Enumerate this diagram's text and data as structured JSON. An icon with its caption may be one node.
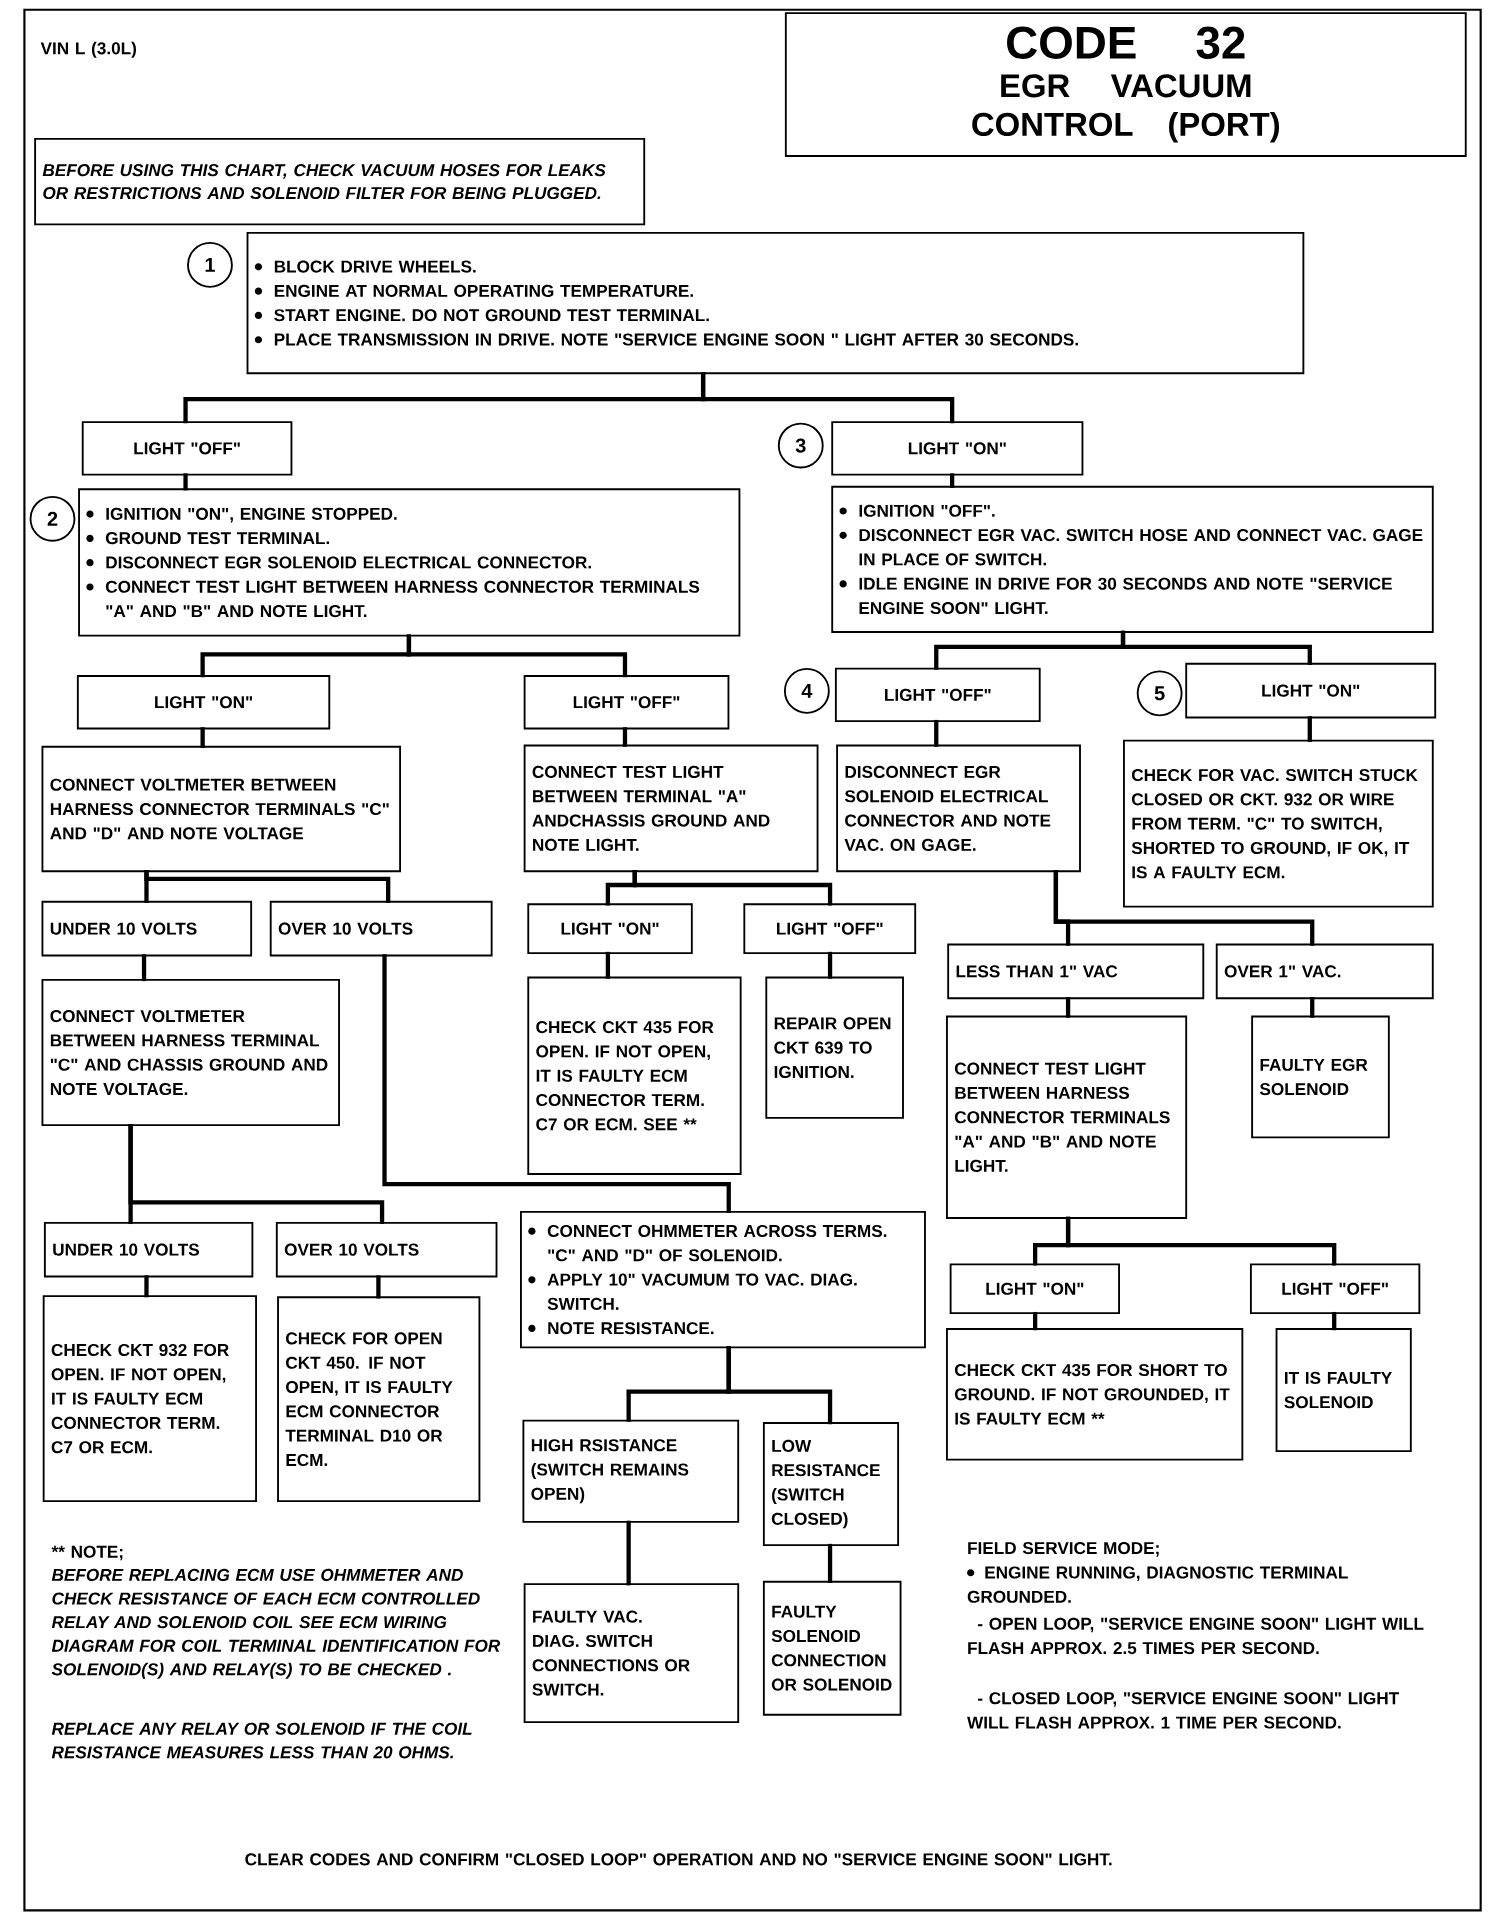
{
  "diagram": {
    "nodes": [
      {
        "text": [
          "CODE 32",
          "EGR VACUUM CONTROL (PORT)"
        ]
      },
      {
        "text": [
          "BEFORE USING THIS CHART, CHECK VACUUM HOSES FOR LEAKS OR RESTRICTIONS AND SOLENOID FILTER FOR BEING PLUGGED."
        ]
      },
      {
        "text": [
          "1"
        ]
      },
      {
        "text": [
          "BLOCK DRIVE WHEELS.",
          "ENGINE AT NORMAL OPERATING TEMPERATURE.",
          "START ENGINE. DO NOT GROUND TEST TERMINAL.",
          "PLACE TRANSMISSION IN DRIVE. NOTE \"SERVICE ENGINE SOON \" LIGHT AFTER 30 SECONDS."
        ]
      },
      {
        "text": [
          "LIGHT \"OFF\""
        ]
      },
      {
        "text": [
          "3"
        ]
      },
      {
        "text": [
          "LIGHT \"ON\""
        ]
      },
      {
        "text": [
          "2"
        ]
      },
      {
        "text": [
          "IGNITION \"ON\", ENGINE STOPPED.",
          "GROUND TEST TERMINAL.",
          "DISCONNECT EGR SOLENOID ELECTRICAL CONNECTOR.",
          "CONNECT TEST LIGHT BETWEEN HARNESS CONNECTOR TERMINALS \"A\" AND \"B\" AND NOTE LIGHT."
        ]
      },
      {
        "text": [
          "IGNITION \"OFF\".",
          "DISCONNECT EGR VAC. SWITCH HOSE AND CONNECT VAC. GAGE IN PLACE OF SWITCH.",
          "IDLE ENGINE IN DRIVE FOR 30 SECONDS AND NOTE \"SERVICE ENGINE SOON\" LIGHT."
        ]
      },
      {
        "text": [
          "LIGHT \"ON\""
        ]
      },
      {
        "text": [
          "LIGHT \"OFF\""
        ]
      },
      {
        "text": [
          "4"
        ]
      },
      {
        "text": [
          "LIGHT \"OFF\""
        ]
      },
      {
        "text": [
          "5"
        ]
      },
      {
        "text": [
          "LIGHT \"ON\""
        ]
      },
      {
        "text": [
          "CONNECT VOLTMETER BETWEEN HARNESS CONNECTOR TERMINALS \"C\" AND \"D\" AND NOTE VOLTAGE"
        ]
      },
      {
        "text": [
          "CONNECT TEST LIGHT BETWEEN TERMINAL \"A\" ANDCHASSIS GROUND AND NOTE LIGHT."
        ]
      },
      {
        "text": [
          "DISCONNECT EGR SOLENOID ELECTRICAL CONNECTOR AND NOTE VAC. ON GAGE."
        ]
      },
      {
        "text": [
          "CHECK FOR VAC. SWITCH STUCK CLOSED OR CKT. 932 OR WIRE FROM TERM. \"C\" TO SWITCH, SHORTED TO GROUND, IF OK, IT IS A FAULTY ECM."
        ]
      },
      {
        "text": [
          "UNDER 10 VOLTS"
        ]
      },
      {
        "text": [
          "OVER 10 VOLTS"
        ]
      },
      {
        "text": [
          "LIGHT \"ON\""
        ]
      },
      {
        "text": [
          "LIGHT \"OFF\""
        ]
      },
      {
        "text": [
          "LESS THAN 1\" VAC"
        ]
      },
      {
        "text": [
          "OVER 1\" VAC."
        ]
      },
      {
        "text": [
          "CONNECT VOLTMETER BETWEEN HARNESS TERMINAL \"C\" AND CHASSIS GROUND AND NOTE VOLTAGE."
        ]
      },
      {
        "text": [
          "CHECK CKT 435 FOR OPEN. IF NOT OPEN, IT IS FAULTY ECM CONNECTOR TERM. C7 OR ECM. SEE **"
        ]
      },
      {
        "text": [
          "REPAIR OPEN CKT 639 TO IGNITION."
        ]
      },
      {
        "text": [
          "CONNECT TEST LIGHT BETWEEN HARNESS CONNECTOR TERMINALS \"A\" AND \"B\" AND NOTE LIGHT."
        ]
      },
      {
        "text": [
          "FAULTY EGR SOLENOID"
        ]
      },
      {
        "text": [
          "UNDER 10 VOLTS"
        ]
      },
      {
        "text": [
          "OVER 10 VOLTS"
        ]
      },
      {
        "text": [
          "CONNECT OHMMETER ACROSS TERMS. \"C\" AND \"D\" OF SOLENOID.",
          "APPLY 10\" VACUMUM TO VAC. DIAG. SWITCH.",
          "NOTE RESISTANCE."
        ]
      },
      {
        "text": [
          "LIGHT \"ON\""
        ]
      },
      {
        "text": [
          "LIGHT \"OFF\""
        ]
      },
      {
        "text": [
          "CHECK CKT 932 FOR OPEN. IF NOT OPEN, IT IS FAULTY ECM CONNECTOR TERM. C7 OR ECM."
        ]
      },
      {
        "text": [
          "CHECK FOR OPEN CKT 450. IF NOT OPEN, IT IS FAULTY ECM CONNECTOR TERMINAL D10 OR ECM."
        ]
      },
      {
        "text": [
          "CHECK CKT 435 FOR SHORT TO GROUND. IF NOT GROUNDED, IT IS FAULTY ECM **"
        ]
      },
      {
        "text": [
          "IT IS FAULTY SOLENOID"
        ]
      },
      {
        "text": [
          "HIGH RSISTANCE (SWITCH REMAINS OPEN)"
        ]
      },
      {
        "text": [
          "LOW RESISTANCE (SWITCH CLOSED)"
        ]
      },
      {
        "text": [
          "FAULTY VAC. DIAG. SWITCH CONNECTIONS OR SWITCH."
        ]
      },
      {
        "text": [
          "FAULTY SOLENOID CONNECTION OR SOLENOID"
        ]
      }
    ],
    "edges": [
      {
        "from": 3,
        "to": 4,
        "arrow": "none"
      },
      {
        "from": 3,
        "to": 6,
        "arrow": "none"
      },
      {
        "from": 4,
        "to": 8,
        "arrow": "none"
      },
      {
        "from": 6,
        "to": 9,
        "arrow": "none"
      },
      {
        "from": 8,
        "to": 10,
        "arrow": "none"
      },
      {
        "from": 8,
        "to": 11,
        "arrow": "none"
      },
      {
        "from": 9,
        "to": 13,
        "arrow": "none"
      },
      {
        "from": 9,
        "to": 15,
        "arrow": "none"
      },
      {
        "from": 10,
        "to": 16,
        "arrow": "none"
      },
      {
        "from": 11,
        "to": 17,
        "arrow": "none"
      },
      {
        "from": 13,
        "to": 18,
        "arrow": "none"
      },
      {
        "from": 15,
        "to": 19,
        "arrow": "none"
      },
      {
        "from": 16,
        "to": 20,
        "arrow": "none"
      },
      {
        "from": 16,
        "to": 21,
        "arrow": "none"
      },
      {
        "from": 17,
        "to": 22,
        "arrow": "none"
      },
      {
        "from": 17,
        "to": 23,
        "arrow": "none"
      },
      {
        "from": 18,
        "to": 24,
        "arrow": "none"
      },
      {
        "from": 18,
        "to": 25,
        "arrow": "none"
      },
      {
        "from": 20,
        "to": 26,
        "arrow": "none"
      },
      {
        "from": 22,
        "to": 27,
        "arrow": "none"
      },
      {
        "from": 23,
        "to": 28,
        "arrow": "none"
      },
      {
        "from": 24,
        "to": 29,
        "arrow": "none"
      },
      {
        "from": 25,
        "to": 30,
        "arrow": "none"
      },
      {
        "from": 21,
        "to": 33,
        "arrow": "none"
      },
      {
        "from": 26,
        "to": 31,
        "arrow": "none"
      },
      {
        "from": 26,
        "to": 32,
        "arrow": "none"
      },
      {
        "from": 31,
        "to": 36,
        "arrow": "none"
      },
      {
        "from": 32,
        "to": 37,
        "arrow": "none"
      },
      {
        "from": 29,
        "to": 34,
        "arrow": "none"
      },
      {
        "from": 29,
        "to": 35,
        "arrow": "none"
      },
      {
        "from": 34,
        "to": 38,
        "arrow": "none"
      },
      {
        "from": 35,
        "to": 39,
        "arrow": "none"
      },
      {
        "from": 33,
        "to": 40,
        "arrow": "none"
      },
      {
        "from": 33,
        "to": 41,
        "arrow": "none"
      },
      {
        "from": 40,
        "to": 42,
        "arrow": "none"
      },
      {
        "from": 41,
        "to": 43,
        "arrow": "none"
      }
    ],
    "labels": [
      "VIN L (3.0L)",
      "** NOTE;",
      "BEFORE REPLACING ECM USE OHMMETER AND CHECK RESISTANCE OF EACH ECM CONTROLLED RELAY AND SOLENOID COIL SEE ECM WIRING DIAGRAM FOR COIL TERMINAL IDENTIFICATION FOR SOLENOID(S) AND RELAY(S) TO BE CHECKED .",
      "REPLACE ANY RELAY OR SOLENOID IF THE COIL RESISTANCE MEASURES LESS THAN 20 OHMS.",
      "FIELD SERVICE MODE;",
      "ENGINE RUNNING, DIAGNOSTIC TERMINAL GROUNDED.",
      "- OPEN LOOP, \"SERVICE ENGINE SOON\" LIGHT WILL FLASH APPROX. 2.5 TIMES PER SECOND.",
      "- CLOSED LOOP, \"SERVICE ENGINE SOON\" LIGHT WILL FLASH APPROX. 1 TIME PER SECOND.",
      "CLEAR CODES AND CONFIRM \"CLOSED LOOP\" OPERATION AND NO \"SERVICE ENGINE SOON\" LIGHT."
    ]
  }
}
